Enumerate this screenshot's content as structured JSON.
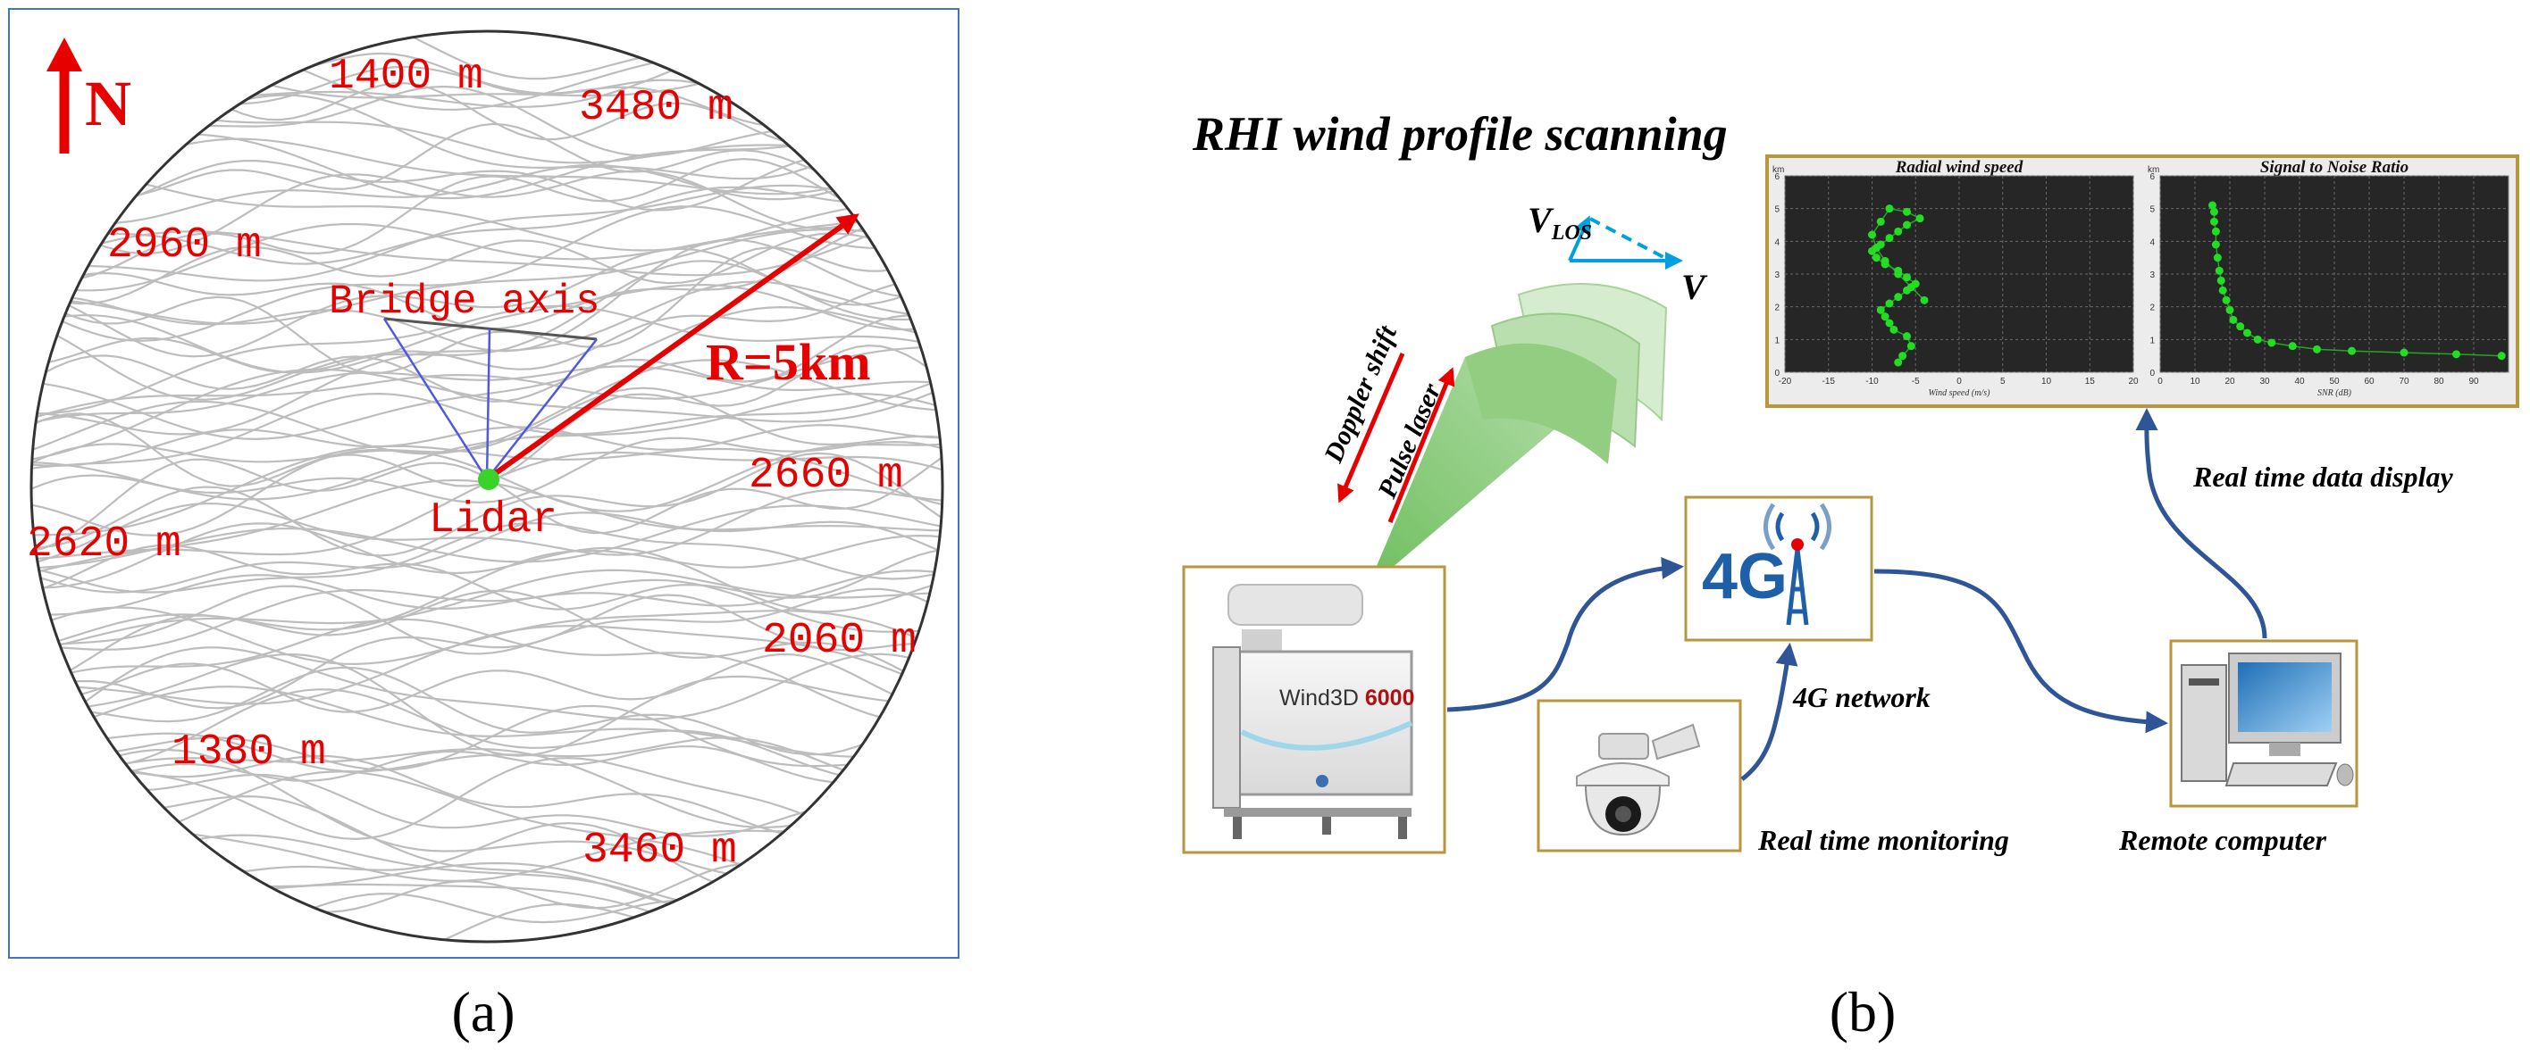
{
  "panel_a": {
    "north_label": "N",
    "elevations": [
      "1400 m",
      "3480 m",
      "2960 m",
      "2660 m",
      "2620 m",
      "2060 m",
      "1380 m",
      "3460 m"
    ],
    "bridge_label": "Bridge axis",
    "lidar_label": "Lidar",
    "radius_label": "R=5km",
    "caption": "(a)"
  },
  "panel_b": {
    "title": "RHI wind profile scanning",
    "v_los": "V",
    "v_los_sub": "LOS",
    "v_label": "V",
    "doppler_label": "Doppler shift",
    "pulse_label": "Pulse laser",
    "device_name": "Wind3D",
    "device_model": "6000",
    "network_icon_text": "4G",
    "network_label": "4G network",
    "monitor_label": "Real time monitoring",
    "display_label": "Real time data display",
    "computer_label": "Remote computer",
    "caption": "(b)",
    "colors": {
      "arrow_red": "#e60000",
      "flow_blue": "#2f5597",
      "accent_cyan": "#00a0e0",
      "beam_green": "#8dc97a",
      "chart_bg": "#262626",
      "chart_point": "#22dd22"
    }
  },
  "chart_data": [
    {
      "type": "scatter",
      "title": "Radial wind speed",
      "xlabel": "Wind speed (m/s)",
      "ylabel": "km",
      "xlim": [
        -20,
        20
      ],
      "ylim": [
        0,
        6
      ],
      "x_ticks": [
        "-20",
        "-15",
        "-10",
        "-5",
        "0",
        "5",
        "10",
        "15",
        "20"
      ],
      "y_ticks": [
        "0",
        "1",
        "2",
        "3",
        "4",
        "5",
        "6"
      ],
      "grid": true,
      "x": [
        -7,
        -6.5,
        -5.5,
        -6,
        -7.5,
        -8,
        -8.5,
        -9,
        -8,
        -7,
        -6,
        -5,
        -6,
        -7,
        -8.5,
        -9.5,
        -10,
        -9,
        -8,
        -7,
        -6,
        -4.5,
        -6,
        -8,
        -9,
        -10,
        -9.5,
        -8.5,
        -7,
        -5.5,
        -4
      ],
      "y": [
        0.3,
        0.5,
        0.8,
        1.1,
        1.3,
        1.5,
        1.7,
        1.9,
        2.1,
        2.3,
        2.5,
        2.7,
        2.9,
        3.1,
        3.3,
        3.5,
        3.7,
        3.9,
        4.1,
        4.3,
        4.5,
        4.7,
        4.9,
        5.0,
        4.6,
        4.2,
        3.8,
        3.4,
        3.0,
        2.6,
        2.2
      ]
    },
    {
      "type": "line",
      "title": "Signal to Noise Ratio",
      "xlabel": "SNR (dB)",
      "ylabel": "km",
      "xlim": [
        0,
        100
      ],
      "ylim": [
        0,
        6
      ],
      "x_ticks": [
        "0",
        "10",
        "20",
        "30",
        "40",
        "50",
        "60",
        "70",
        "80",
        "90"
      ],
      "y_ticks": [
        "0",
        "1",
        "2",
        "3",
        "4",
        "5",
        "6"
      ],
      "grid": true,
      "x": [
        98,
        85,
        70,
        55,
        45,
        38,
        32,
        28,
        25,
        23,
        21,
        20,
        19,
        18,
        17.5,
        17,
        16.5,
        16,
        16,
        15.5,
        15.5,
        15
      ],
      "y": [
        0.5,
        0.55,
        0.6,
        0.65,
        0.7,
        0.8,
        0.9,
        1.0,
        1.2,
        1.4,
        1.6,
        1.9,
        2.2,
        2.5,
        2.8,
        3.1,
        3.5,
        3.9,
        4.3,
        4.6,
        4.9,
        5.1
      ]
    }
  ]
}
